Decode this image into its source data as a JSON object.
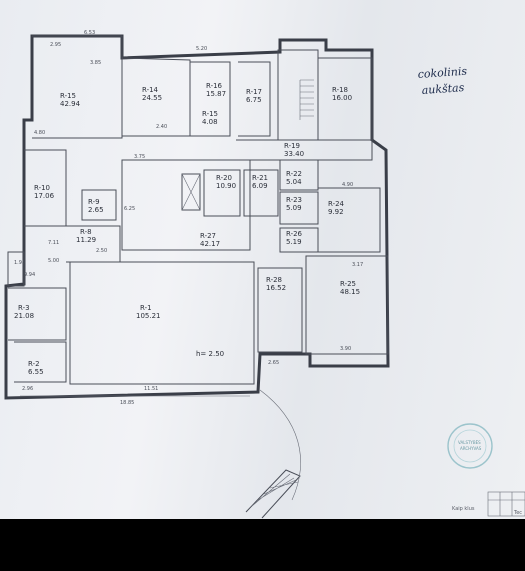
{
  "floor_label": {
    "line1": "cokolinis",
    "line2": "aukštas"
  },
  "rooms": [
    {
      "id": "r15",
      "code": "R-15",
      "area": "42.94"
    },
    {
      "id": "r14",
      "code": "R-14",
      "area": "24.55"
    },
    {
      "id": "r16",
      "code": "R-16",
      "area": "15.87"
    },
    {
      "id": "r15b",
      "code": "R-15",
      "area": "4.08"
    },
    {
      "id": "r17",
      "code": "R-17",
      "area": "6.75"
    },
    {
      "id": "r18",
      "code": "R-18",
      "area": "16.00"
    },
    {
      "id": "r19",
      "code": "R-19",
      "area": "33.40"
    },
    {
      "id": "r10",
      "code": "R-10",
      "area": "17.06"
    },
    {
      "id": "r9",
      "code": "R-9",
      "area": "2.65"
    },
    {
      "id": "r8",
      "code": "R-8",
      "area": "11.29"
    },
    {
      "id": "r20",
      "code": "R-20",
      "area": "10.90"
    },
    {
      "id": "r21",
      "code": "R-21",
      "area": "6.09"
    },
    {
      "id": "r22",
      "code": "R-22",
      "area": "5.04"
    },
    {
      "id": "r23",
      "code": "R-23",
      "area": "5.09"
    },
    {
      "id": "r24",
      "code": "R-24",
      "area": "9.92"
    },
    {
      "id": "r27",
      "code": "R-27",
      "area": "42.17"
    },
    {
      "id": "r26",
      "code": "R-26",
      "area": "5.19"
    },
    {
      "id": "r28",
      "code": "R-28",
      "area": "16.52"
    },
    {
      "id": "r25",
      "code": "R-25",
      "area": "48.15"
    },
    {
      "id": "r3",
      "code": "R-3",
      "area": "21.08"
    },
    {
      "id": "r1",
      "code": "R-1",
      "area": "105.21"
    },
    {
      "id": "r2",
      "code": "R-2",
      "area": "6.55"
    }
  ],
  "dimensions": [
    "6.53",
    "2.95",
    "3.85",
    "5.20",
    "4.80",
    "2.40",
    "3.75",
    "6.25",
    "7.11",
    "9.94",
    "11.51",
    "18.85",
    "2.96",
    "3.90",
    "2.65",
    "4.90",
    "3.17",
    "1.95",
    "5.00",
    "2.50"
  ],
  "height_note": "h= 2.50",
  "stamp": {
    "line1": "VALSTYBĖS",
    "line2": "ARCHYVAS"
  },
  "corner_texts": [
    "Kaip klus",
    "Tec"
  ]
}
